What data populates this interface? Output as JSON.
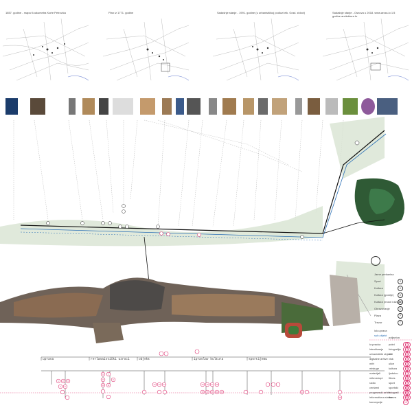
{
  "maps": [
    {
      "title": "1857. godine - mapa Koukumetra Korte Petrovića"
    },
    {
      "title": "Plan iz 1771. godine"
    },
    {
      "title": "Sadašnje stanje - 1991. godine (u urbanističkoj podlozi elk. Grad. zidovi)"
    },
    {
      "title": "Sadašnje stanje - Osnova u 2018. www.arcss.io 1:5 godine arcitekture.hr"
    }
  ],
  "legend": {
    "items": [
      {
        "label": "Jarne prekazina",
        "symbol": ""
      },
      {
        "label": "Sport",
        "symbol": "S"
      },
      {
        "label": "Kultura",
        "symbol": "K"
      },
      {
        "label": "Kultura (groblje)",
        "symbol": "G"
      },
      {
        "label": "Kultura (mosti i dizgati)",
        "symbol": "M"
      },
      {
        "label": "Obrazovanje",
        "symbol": "O"
      },
      {
        "label": "Plaza",
        "symbol": "P"
      },
      {
        "label": "Trezor",
        "symbol": "T"
      }
    ],
    "line_labels": [
      "lok.uprava",
      "sub.objekt"
    ]
  },
  "categories": [
    {
      "label": "uprava"
    },
    {
      "label": "rerlanaistički uzroci"
    },
    {
      "label": "objekt"
    },
    {
      "label": "ipraslav kultura"
    },
    {
      "label": "sportijemu"
    }
  ],
  "right_list": {
    "header": "poljanica",
    "items": [
      {
        "label": "kr.pracka",
        "num": "1"
      },
      {
        "label": "Istraživanje",
        "num": "2"
      },
      {
        "label": "urbanistički objekt",
        "num": "3"
      },
      {
        "label": "digitalne arhive",
        "num": "4"
      },
      {
        "label": "mfrt",
        "num": "5"
      },
      {
        "label": "mistuge",
        "num": "6"
      },
      {
        "label": "materijali",
        "num": "7"
      },
      {
        "label": "mikroshopi",
        "num": "8"
      },
      {
        "label": "radio",
        "num": "9"
      },
      {
        "label": "centarni",
        "num": "10"
      },
      {
        "label": "programski arhiv",
        "num": "11"
      },
      {
        "label": "informativna sinika",
        "num": "12"
      },
      {
        "label": "koncepcije",
        "num": "13"
      }
    ],
    "sub_items": [
      {
        "label": "putni",
        "num": "1"
      },
      {
        "label": "fotografija",
        "num": "2"
      },
      {
        "label": "vidi",
        "num": "3"
      },
      {
        "label": "vlsk",
        "num": "4"
      },
      {
        "label": "ulice",
        "num": "5"
      },
      {
        "label": "kultura",
        "num": "6"
      },
      {
        "label": "ljudstvo",
        "num": "7"
      },
      {
        "label": "fitnes",
        "num": "8"
      },
      {
        "label": "sport",
        "num": "9"
      },
      {
        "label": "sportski",
        "num": "10"
      },
      {
        "label": "fotografi",
        "num": "11"
      },
      {
        "label": "mreza",
        "num": "12"
      }
    ]
  },
  "node_labels": [
    "1",
    "2",
    "3",
    "4",
    "5",
    "6",
    "7",
    "8",
    "9",
    "10",
    "11",
    "12",
    "13",
    "14",
    "15",
    "16",
    "17",
    "18",
    "19",
    "20",
    "21",
    "22",
    "23",
    "24",
    "25"
  ],
  "colors": {
    "accent_pink": "#e0407a",
    "road_blue": "#2a6fb5",
    "road_black": "#111111",
    "map_gray": "#9a9a9a"
  }
}
